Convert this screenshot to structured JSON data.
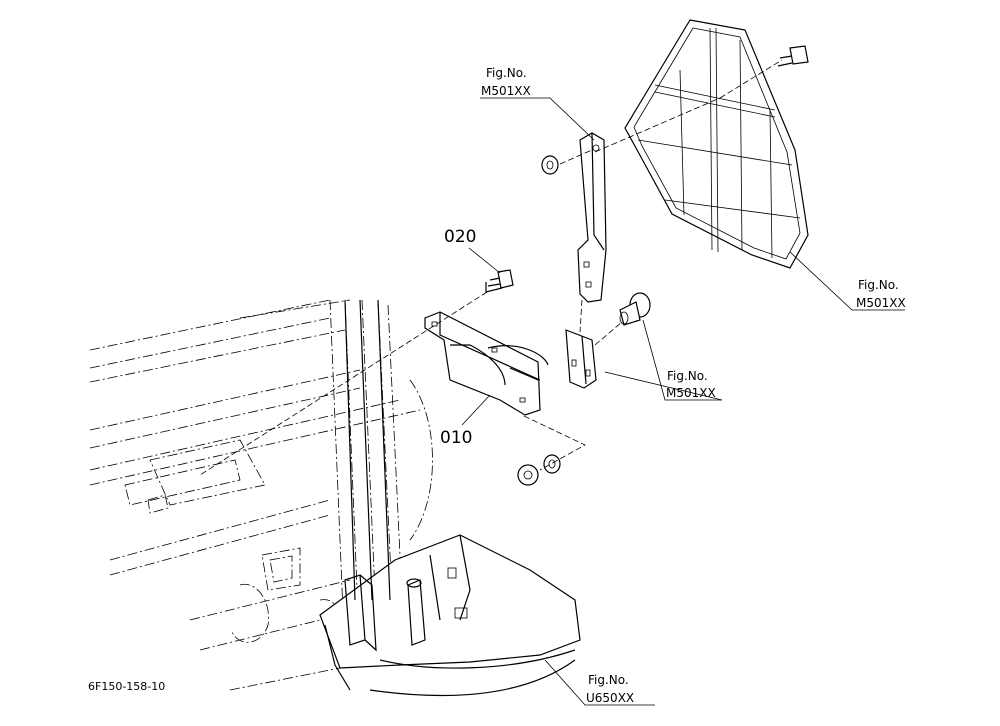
{
  "callouts": {
    "top_ref": {
      "line1": "Fig.No.",
      "line2": "M501XX"
    },
    "right_ref": {
      "line1": "Fig.No.",
      "line2": "M501XX"
    },
    "middle_ref": {
      "line1": "Fig.No.",
      "line2": "M501XX"
    },
    "bottom_ref": {
      "line1": "Fig.No.",
      "line2": "U650XX"
    },
    "part_020": "020",
    "part_010": "010"
  },
  "drawing_code": "6F150-158-10"
}
